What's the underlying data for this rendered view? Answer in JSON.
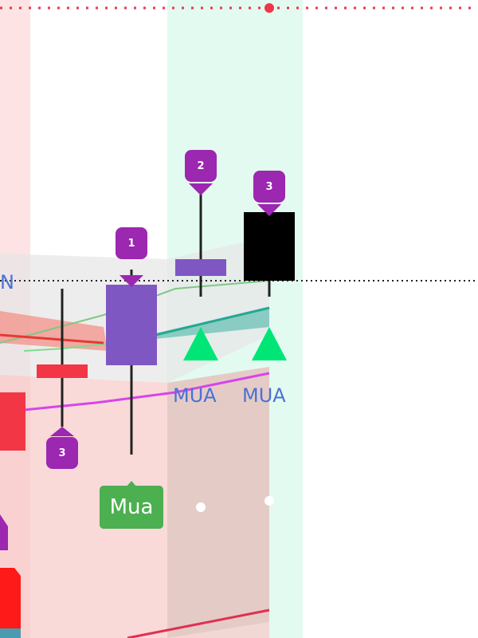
{
  "chart_data": {
    "type": "candlestick",
    "price_scale": [
      0,
      80
    ],
    "current_price_line": 44.8,
    "candles": [
      {
        "slot": 0,
        "open": 30.8,
        "high": 31.5,
        "low": 22.0,
        "close": 23.5,
        "color": "#f23645"
      },
      {
        "slot": 1,
        "open": 34.3,
        "high": 43.8,
        "low": 26.5,
        "close": 32.6,
        "color": "#f23645"
      },
      {
        "slot": 2,
        "open": 34.2,
        "high": 46.2,
        "low": 23.0,
        "close": 44.3,
        "color": "#7e57c2"
      },
      {
        "slot": 3,
        "open": 47.5,
        "high": 55.7,
        "low": 42.8,
        "close": 45.4,
        "color": "#7e57c2"
      },
      {
        "slot": 4,
        "open": 44.8,
        "high": 53.5,
        "low": 42.8,
        "close": 53.4,
        "color": "#000000"
      }
    ],
    "markers": [
      {
        "slot": 2,
        "text": "1",
        "position": "above"
      },
      {
        "slot": 3,
        "text": "2",
        "position": "above"
      },
      {
        "slot": 4,
        "text": "3",
        "position": "above"
      },
      {
        "slot": 1,
        "text": "3",
        "position": "below"
      }
    ],
    "signals": [
      {
        "slot": 3,
        "text": "MUA",
        "shape": "triangle-up",
        "color": "#00e676"
      },
      {
        "slot": 4,
        "text": "MUA",
        "shape": "triangle-up",
        "color": "#00e676"
      },
      {
        "slot": 2,
        "text": "Mua",
        "shape": "label-up",
        "color": "#4caf50"
      }
    ],
    "edge_label": "N"
  }
}
